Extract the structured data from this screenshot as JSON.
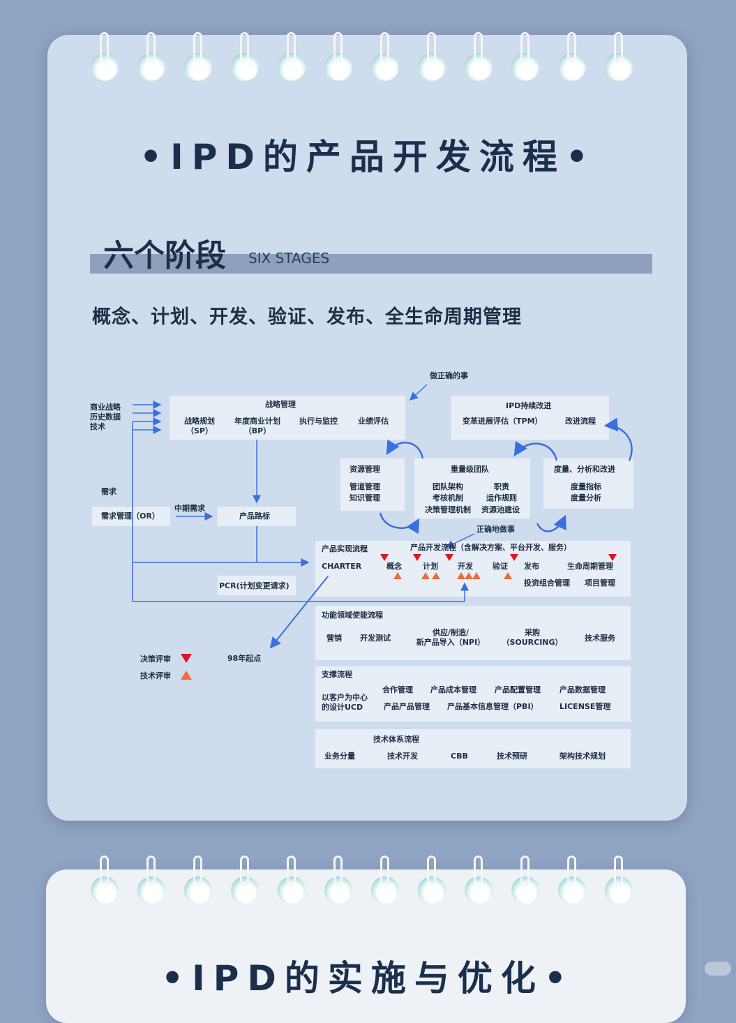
{
  "page": {
    "title": "•IPD的产品开发流程•",
    "section_heading": "六个阶段",
    "section_heading_en": "SIX STAGES",
    "stages_text": "概念、计划、开发、验证、发布、全生命周期管理",
    "next_title": "•IPD的实施与优化•"
  },
  "diagram": {
    "inputs": [
      "商业战略",
      "历史数据",
      "技术"
    ],
    "do_right_things": "做正确的事",
    "do_things_right": "正确地做事",
    "strategy": {
      "title": "战略管理",
      "items": [
        "战略规划\n（SP）",
        "年度商业计划\n（BP）",
        "执行与监控",
        "业绩评估"
      ]
    },
    "ipd_improve": {
      "title": "IPD持续改进",
      "items": [
        "变革进展评估（TPM）",
        "改进流程"
      ]
    },
    "resource": {
      "items": [
        "资源管理",
        "管道管理",
        "知识管理"
      ]
    },
    "heavy_team": {
      "title": "重量级团队",
      "items": [
        "团队架构",
        "职责",
        "考核机制",
        "运作规则",
        "决策管理机制",
        "资源池建设"
      ]
    },
    "measure": {
      "title": "度量、分析和改进",
      "items": [
        "度量指标",
        "度量分析"
      ]
    },
    "demand": {
      "label": "需求",
      "box": "需求管理（OR）",
      "mid": "中期需求",
      "roadmap": "产品路标"
    },
    "product_flow": {
      "title": "产品实现流程",
      "dev_title": "产品开发流程（含解决方案、平台开发、服务）",
      "charter": "CHARTER",
      "phases": [
        "概念",
        "计划",
        "开发",
        "验证",
        "发布",
        "生命周期管理"
      ],
      "extra": [
        "投资组合管理",
        "项目管理"
      ]
    },
    "pcr": "PCR(计划变更请求)",
    "start_98": "98年起点",
    "legend": {
      "decision": "决策评审",
      "tech": "技术评审"
    },
    "function_flow": {
      "title": "功能领域使能流程",
      "items": [
        "营销",
        "开发测试",
        "供应/制造/\n新产品导入（NPI）",
        "采购\n（SOURCING）",
        "技术服务"
      ]
    },
    "support_flow": {
      "title": "支撑流程",
      "items": [
        "以客户为中心\n的设计UCD",
        "合作管理",
        "产品成本管理",
        "产品配置管理",
        "产品数据管理",
        "产品产品管理",
        "产品基本信息管理（PBI）",
        "LICENSE管理"
      ]
    },
    "tech_flow": {
      "title": "技术体系流程",
      "items": [
        "业务分量",
        "技术开发",
        "CBB",
        "技术预研",
        "架构技术规划"
      ]
    }
  },
  "colors": {
    "card": "#cfdcee",
    "background": "#8fa3c2",
    "decision_triangle": "#e0141e",
    "tech_triangle": "#f06a3a",
    "arrow": "#3b6fe0"
  }
}
